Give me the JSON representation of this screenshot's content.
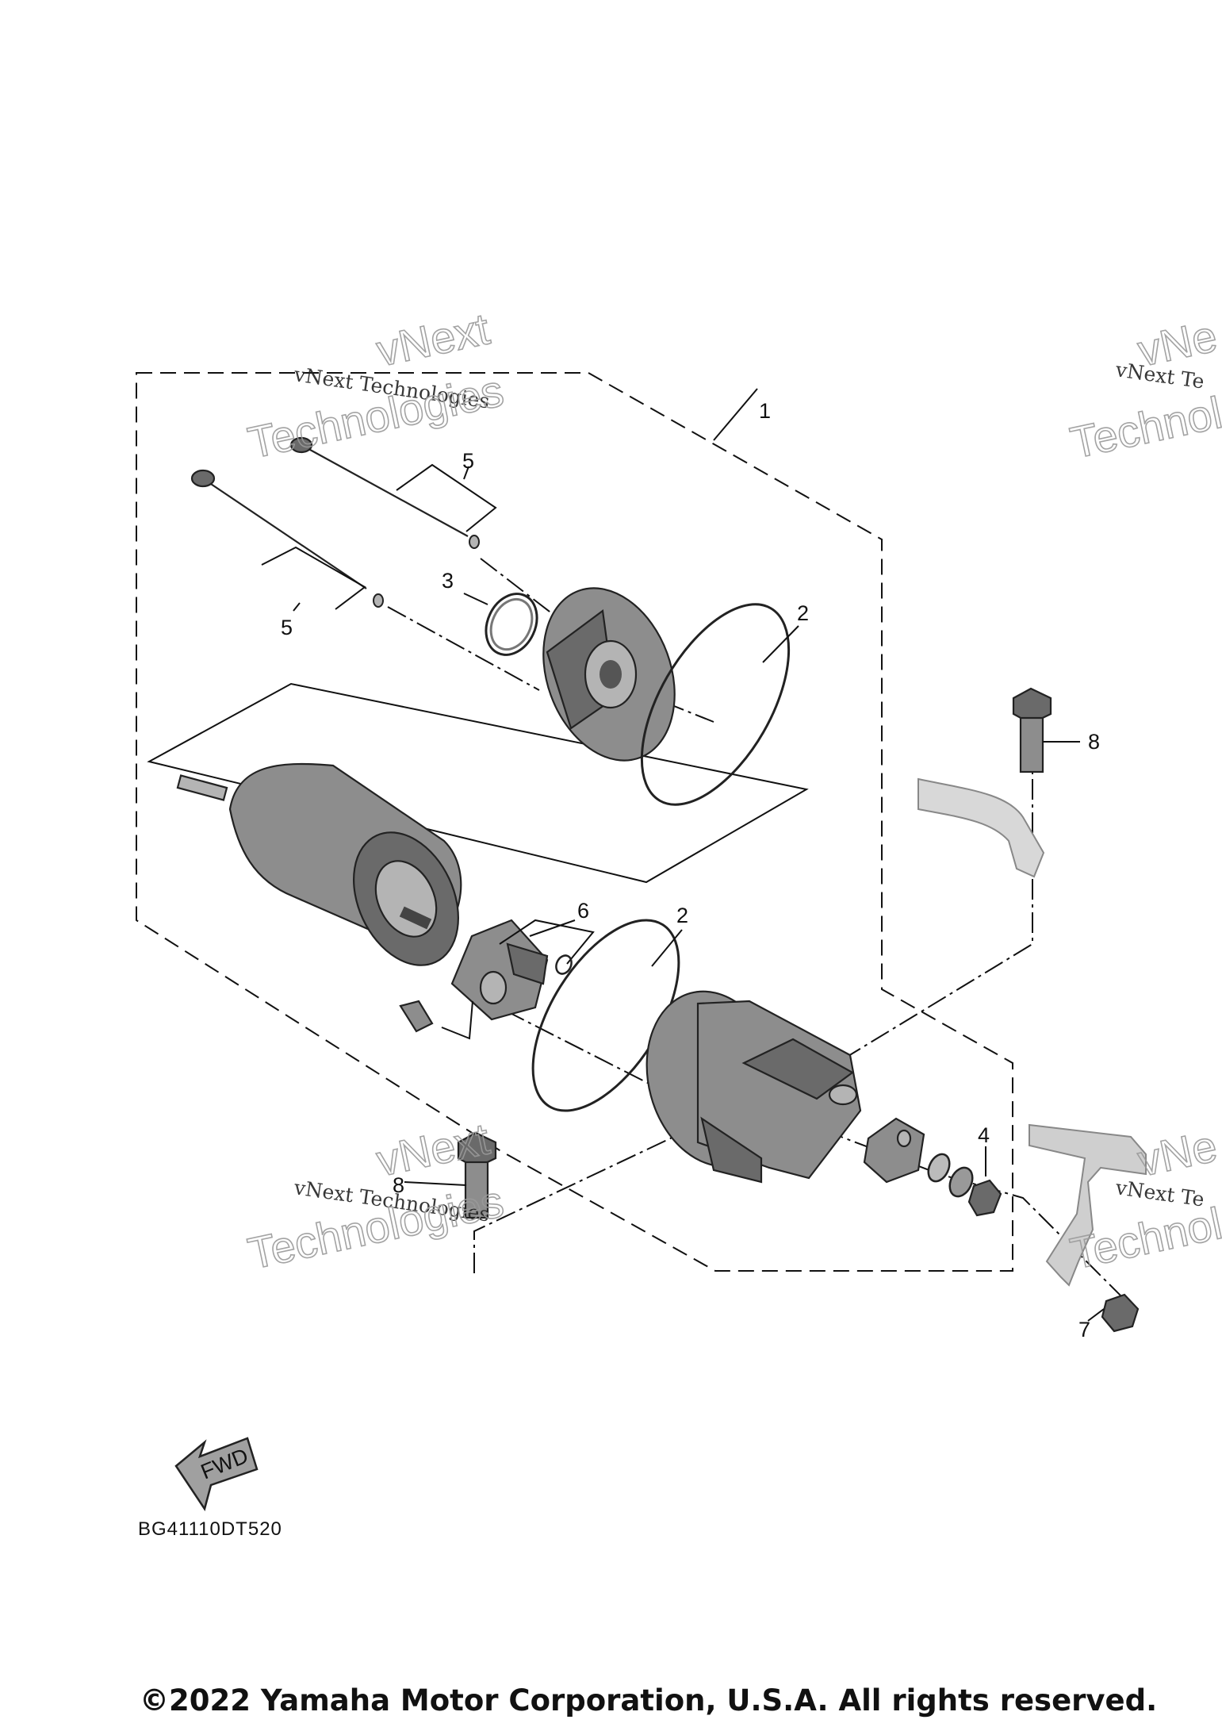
{
  "callouts": [
    "1",
    "2",
    "2",
    "3",
    "4",
    "5",
    "5",
    "6",
    "7",
    "8",
    "8"
  ],
  "watermark": {
    "line": "vNext Technologies",
    "outline_word_1": "vNext",
    "outline_word_2": "Technologies",
    "right_line_cropped": "vNext Te",
    "right_outline_cropped_1": "vNe",
    "right_outline_cropped_2": "Technolo"
  },
  "direction_arrow": {
    "label": "FWD"
  },
  "diagram_code": "BG41110DT520",
  "copyright": "©2022 Yamaha Motor Corporation, U.S.A. All rights reserved."
}
